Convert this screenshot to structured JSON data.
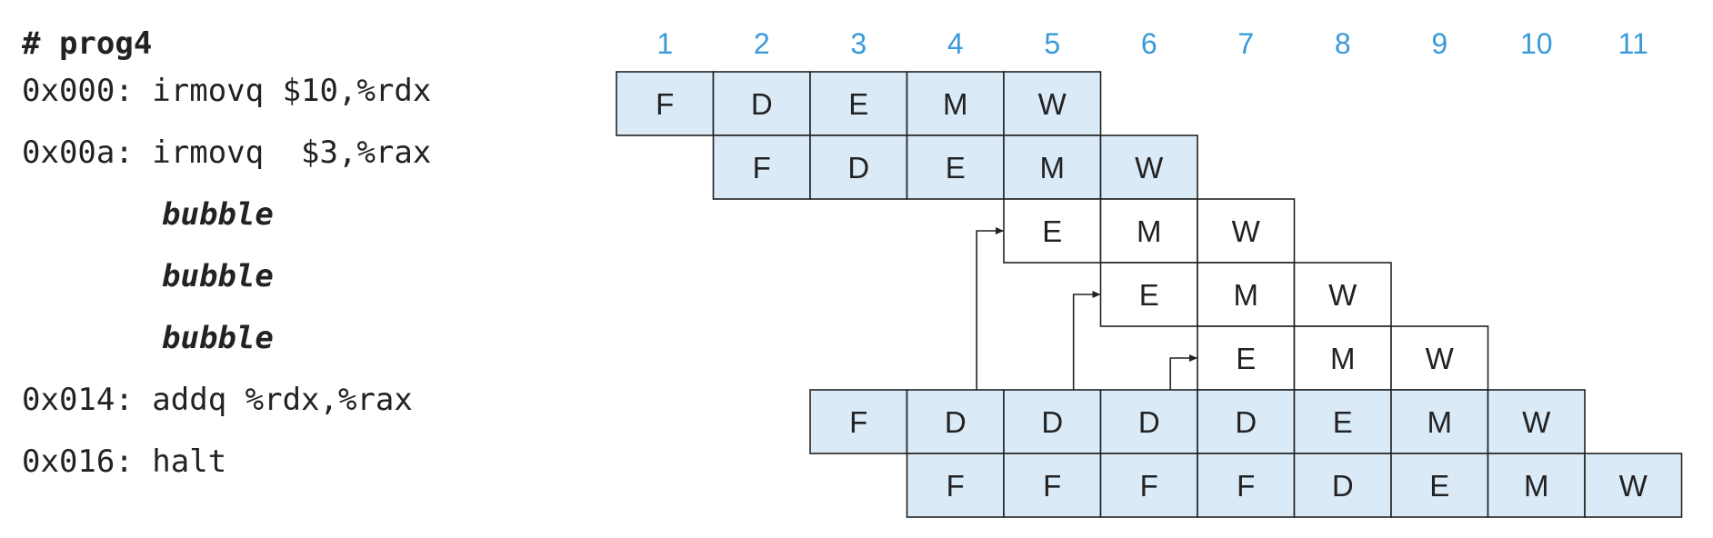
{
  "code": {
    "title": "# prog4",
    "lines": [
      {
        "text": "0x000: irmovq $10,%rdx",
        "style": "normal"
      },
      {
        "text": "0x00a: irmovq  $3,%rax",
        "style": "normal"
      },
      {
        "text": "bubble",
        "style": "bubble"
      },
      {
        "text": "bubble",
        "style": "bubble"
      },
      {
        "text": "bubble",
        "style": "bubble"
      },
      {
        "text": "0x014: addq %rdx,%rax",
        "style": "normal"
      },
      {
        "text": "0x016: halt",
        "style": "normal"
      }
    ]
  },
  "cycles": [
    "1",
    "2",
    "3",
    "4",
    "5",
    "6",
    "7",
    "8",
    "9",
    "10",
    "11"
  ],
  "pipeline": [
    {
      "start": 1,
      "stages": [
        "F",
        "D",
        "E",
        "M",
        "W"
      ],
      "fill": "blue"
    },
    {
      "start": 2,
      "stages": [
        "F",
        "D",
        "E",
        "M",
        "W"
      ],
      "fill": "blue"
    },
    {
      "start": 5,
      "stages": [
        "E",
        "M",
        "W"
      ],
      "fill": "white",
      "arrow_from_cycle": 4
    },
    {
      "start": 6,
      "stages": [
        "E",
        "M",
        "W"
      ],
      "fill": "white",
      "arrow_from_cycle": 5
    },
    {
      "start": 7,
      "stages": [
        "E",
        "M",
        "W"
      ],
      "fill": "white",
      "arrow_from_cycle": 6
    },
    {
      "start": 3,
      "stages": [
        "F",
        "D",
        "D",
        "D",
        "D",
        "E",
        "M",
        "W"
      ],
      "fill": "blue"
    },
    {
      "start": 4,
      "stages": [
        "F",
        "F",
        "F",
        "F",
        "D",
        "E",
        "M",
        "W"
      ],
      "fill": "blue"
    }
  ],
  "colors": {
    "cycle_number": "#3a9ad9",
    "cell_blue": "#dbeaf7",
    "cell_white": "#ffffff",
    "stroke": "#222222"
  }
}
